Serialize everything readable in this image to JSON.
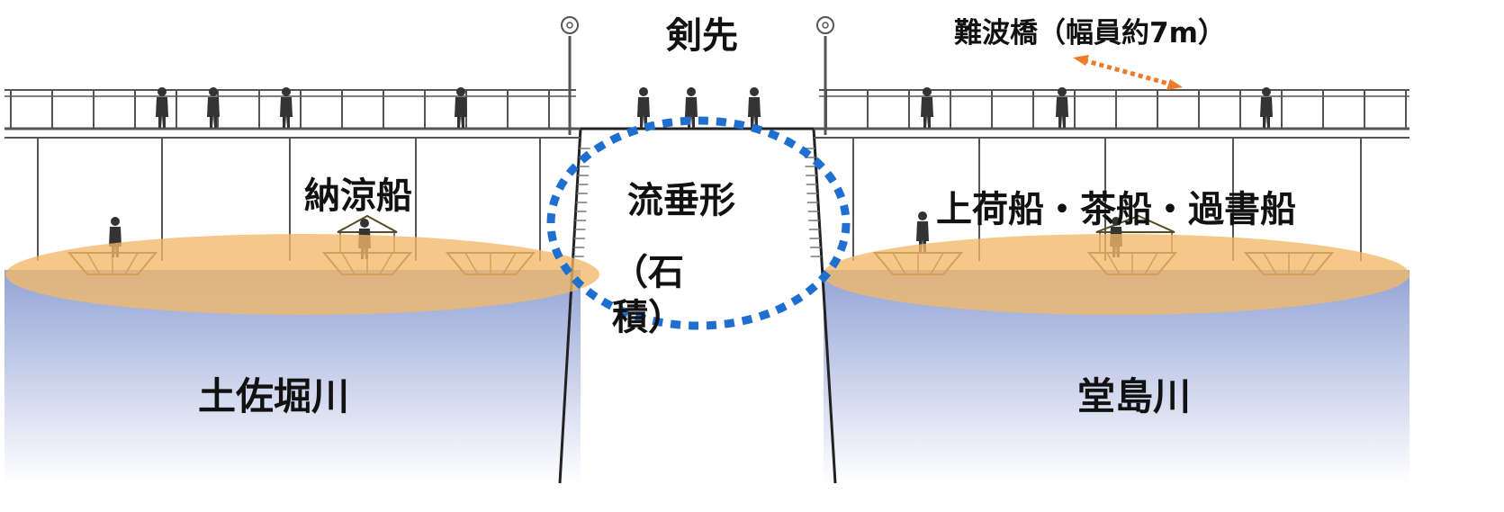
{
  "labels": {
    "kensaki": "剣先",
    "naniwabashi": "難波橋（幅員約7m）",
    "noryobune": "納涼船",
    "ryusuikei": "流垂形",
    "ishizumi_line1": "（石",
    "ishizumi_line2": "積）",
    "ships_right": "上荷船・茶船・過書船",
    "tosaborigawa": "土佐堀川",
    "dojimagawa": "堂島川"
  },
  "colors": {
    "bridge_line": "#555555",
    "people": "#333333",
    "boat_highlight": "#f2b868",
    "water_top": "#93a3d6",
    "water_bottom": "#ffffff",
    "stone_ellipse": "#1e6fd0",
    "width_arrow": "#ee7a2a",
    "background": "#ffffff"
  },
  "icons": {
    "lamp": "street-lamp-icon",
    "person": "person-icon",
    "boat": "boat-icon",
    "arrow": "double-arrow-icon"
  }
}
